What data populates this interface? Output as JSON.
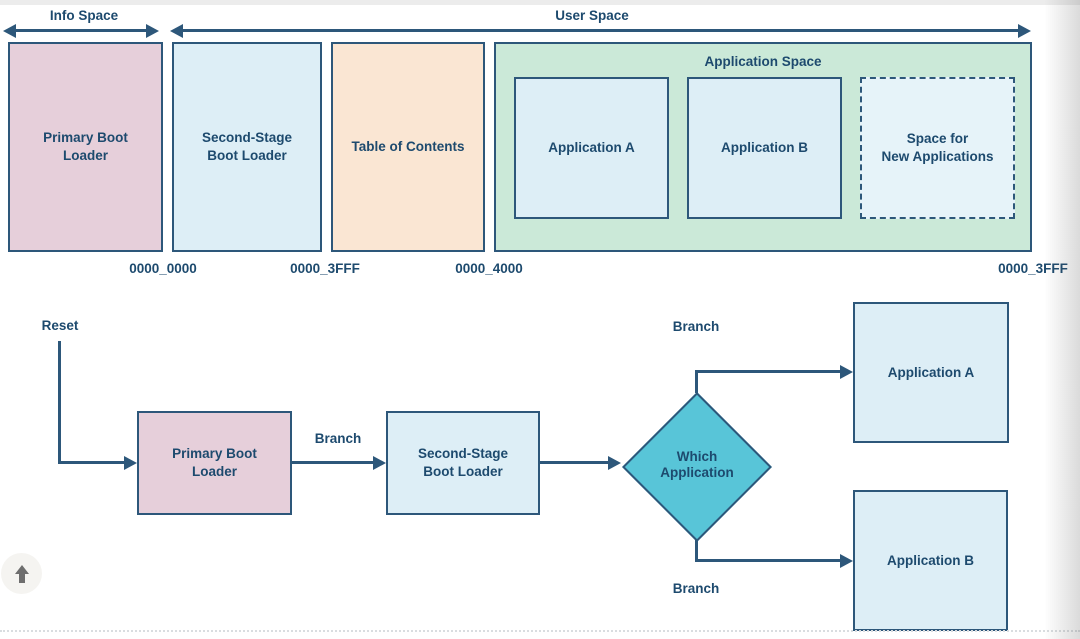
{
  "colors": {
    "navy_text": "#1d4a6e",
    "line": "#2d577a",
    "pink": "#e6cfda",
    "light_blue": "#ddeef6",
    "light_blue_2": "#e6f3f9",
    "peach": "#fae6d3",
    "green": "#cbe9d8",
    "teal": "#58c5d8"
  },
  "memory_map": {
    "info_space_label": "Info Space",
    "user_space_label": "User Space",
    "primary_boot_loader": "Primary Boot\nLoader",
    "second_stage_boot_loader": "Second-Stage\nBoot Loader",
    "table_of_contents": "Table of Contents",
    "application_space_label": "Application Space",
    "application_a": "Application A",
    "application_b": "Application B",
    "space_for_new_applications": "Space for\nNew Applications",
    "addresses": {
      "sbl_start": "0000_0000",
      "sbl_end": "0000_3FFF",
      "toc_start": "0000_4000",
      "user_end": "0000_3FFF"
    }
  },
  "flowchart": {
    "reset_label": "Reset",
    "primary_boot_loader": "Primary Boot\nLoader",
    "branch_to_sbl": "Branch",
    "second_stage_boot_loader": "Second-Stage\nBoot Loader",
    "which_application": "Which\nApplication",
    "branch_to_app_a": "Branch",
    "application_a": "Application A",
    "branch_to_app_b": "Branch",
    "application_b": "Application B"
  },
  "page": {
    "scroll_to_top_icon": "up-arrow"
  }
}
